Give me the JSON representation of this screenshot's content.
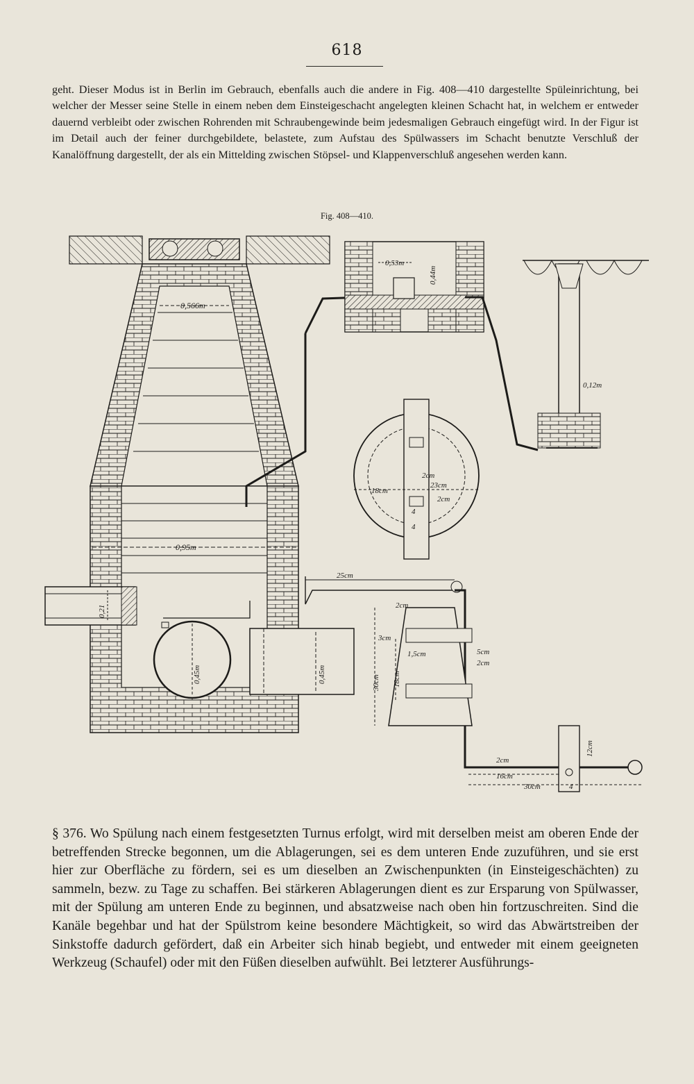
{
  "page": {
    "number": "618",
    "paragraph_top": "geht. Dieser Modus ist in Berlin im Gebrauch, ebenfalls auch die andere in Fig. 408—410 dargestellte Spüleinrichtung, bei welcher der Messer seine Stelle in einem neben dem Einsteigeschacht angelegten kleinen Schacht hat, in welchem er entweder dauernd verbleibt oder zwischen Rohrenden mit Schraubengewinde beim jedesmaligen Gebrauch eingefügt wird. In der Figur ist im Detail auch der feiner durchgebildete, belastete, zum Aufstau des Spülwassers im Schacht benutzte Verschluß der Kanalöffnung dargestellt, der als ein Mittelding zwischen Stöpsel- und Klappenverschluß angesehen werden kann.",
    "figure_caption": "Fig. 408—410.",
    "paragraph_bottom": "§ 376. Wo Spülung nach einem festgesetzten Turnus erfolgt, wird mit derselben meist am oberen Ende der betreffenden Strecke begonnen, um die Ablagerungen, sei es dem unteren Ende zuzuführen, und sie erst hier zur Oberfläche zu fördern, sei es um dieselben an Zwischenpunkten (in Einsteigeschächten) zu sammeln, bezw. zu Tage zu schaffen. Bei stärkeren Ablagerungen dient es zur Ersparung von Spülwasser, mit der Spülung am unteren Ende zu beginnen, und absatzweise nach oben hin fortzuschreiten. Sind die Kanäle begehbar und hat der Spülstrom keine besondere Mächtigkeit, so wird das Abwärtstreiben der Sinkstoffe dadurch gefördert, daß ein Arbeiter sich hinab begiebt, und entweder mit einem geeigneten Werkzeug (Schaufel) oder mit den Füßen dieselben aufwühlt. Bei letzterer Ausführungs-"
  },
  "figure": {
    "dim_0566": "0,566m",
    "dim_095": "0,95m",
    "dim_021": "0,21",
    "dim_045": "0,45m",
    "dim_045b": "0,45m",
    "dim_053": "0,53m",
    "dim_044": "0,44m",
    "dim_012": "0,12m",
    "dim_2cm_a": "2cm",
    "dim_23cm": "23cm",
    "dim_18cm_a": "18cm",
    "dim_2cm_b": "2cm",
    "dim_4_a": "4",
    "dim_4_b": "4",
    "dim_25cm": "25cm",
    "dim_2cm_c": "2cm",
    "dim_3cm": "3cm",
    "dim_15cm": "1,5cm",
    "dim_5cm": "5cm",
    "dim_2cm_d": "2cm",
    "dim_30cm_v": "30cm",
    "dim_18cm_v": "18cm",
    "dim_12cm": "12cm",
    "dim_2cm_e": "2cm",
    "dim_16cm": "16cm",
    "dim_30cm_h": "30cm",
    "dim_4_c": "4"
  },
  "colors": {
    "paper": "#e9e5da",
    "ink": "#1c1b19"
  }
}
